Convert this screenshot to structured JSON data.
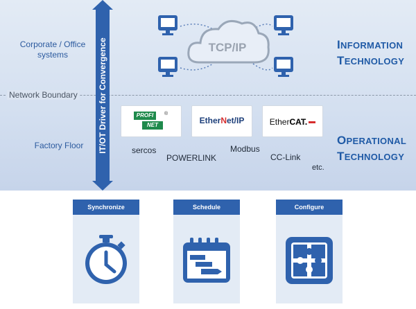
{
  "labels": {
    "corporate": "Corporate / Office systems",
    "network_boundary": "Network Boundary",
    "factory_floor": "Factory Floor",
    "it_first": "I",
    "it_word1_rest": "NFORMATION",
    "it_second": "T",
    "it_word2_rest": "ECHNOLOGY",
    "ot_first": "O",
    "ot_word1_rest": "PERATIONAL",
    "ot_second": "T",
    "ot_word2_rest": "ECHNOLOGY",
    "arrow_text": "IT/OT Driver for Convergence",
    "cloud": "TCP/IP"
  },
  "logos": {
    "profinet_line1": "PROFI",
    "profinet_line2": "NET",
    "ethernetip_a": "Ether",
    "ethernetip_b": "N",
    "ethernetip_c": "et/IP",
    "ethercat_a": "Ether",
    "ethercat_b": "CAT."
  },
  "protocols": [
    "sercos",
    "POWERLINK",
    "Modbus",
    "CC-Link",
    "etc."
  ],
  "tools": [
    {
      "label": "Synchronize",
      "icon": "stopwatch-icon"
    },
    {
      "label": "Schedule",
      "icon": "calendar-schedule-icon"
    },
    {
      "label": "Configure",
      "icon": "puzzle-icon"
    }
  ],
  "colors": {
    "accent": "#2f62ad",
    "band": "#d3dff0",
    "text_blue": "#1f5aa6"
  }
}
